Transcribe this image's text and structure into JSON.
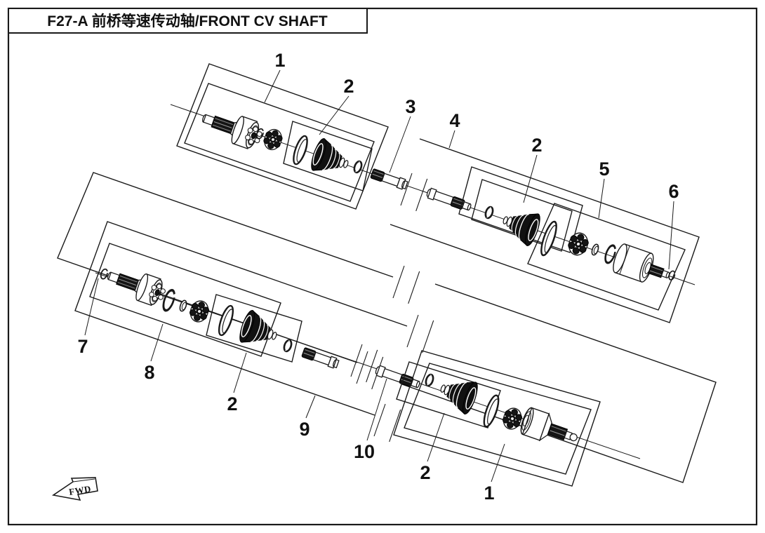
{
  "title": "F27-A 前桥等速传动轴/FRONT CV  SHAFT",
  "direction_arrow": {
    "label": "FWD"
  },
  "colors": {
    "line": "#1a1a1a",
    "background": "#ffffff"
  },
  "callouts": [
    {
      "label": "1"
    },
    {
      "label": "2"
    },
    {
      "label": "3"
    },
    {
      "label": "4"
    },
    {
      "label": "2"
    },
    {
      "label": "5"
    },
    {
      "label": "6"
    },
    {
      "label": "7"
    },
    {
      "label": "8"
    },
    {
      "label": "2"
    },
    {
      "label": "9"
    },
    {
      "label": "10"
    },
    {
      "label": "2"
    },
    {
      "label": "1"
    }
  ]
}
